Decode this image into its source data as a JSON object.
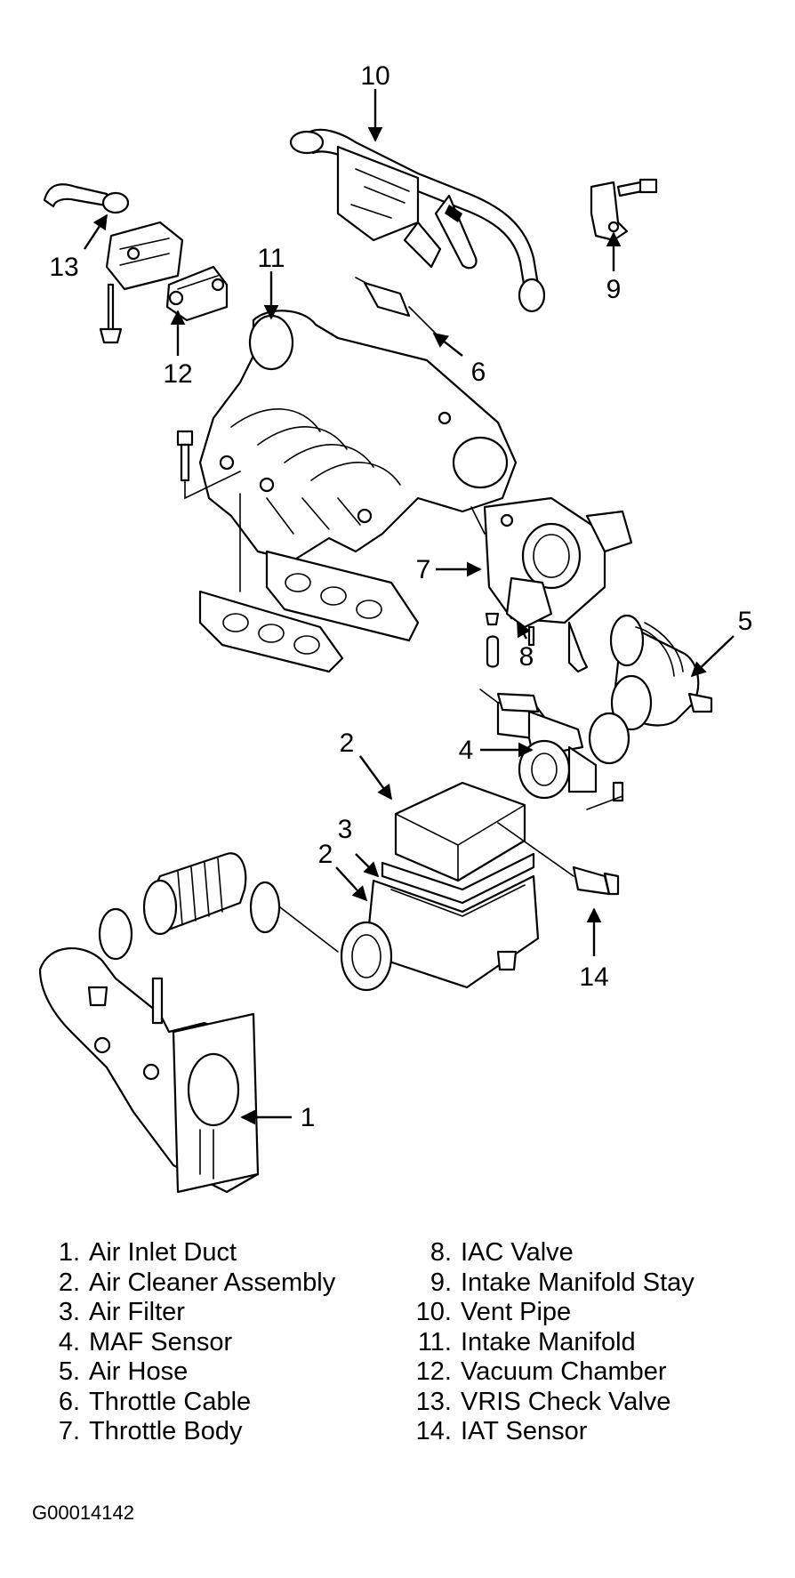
{
  "callouts": [
    {
      "n": "1",
      "label": "Air Inlet Duct"
    },
    {
      "n": "2",
      "label": "Air Cleaner Assembly"
    },
    {
      "n": "3",
      "label": "Air Filter"
    },
    {
      "n": "4",
      "label": "MAF Sensor"
    },
    {
      "n": "5",
      "label": "Air Hose"
    },
    {
      "n": "6",
      "label": "Throttle Cable"
    },
    {
      "n": "7",
      "label": "Throttle Body"
    },
    {
      "n": "8",
      "label": "IAC Valve"
    },
    {
      "n": "9",
      "label": "Intake Manifold Stay"
    },
    {
      "n": "10",
      "label": "Vent Pipe"
    },
    {
      "n": "11",
      "label": "Intake Manifold"
    },
    {
      "n": "12",
      "label": "Vacuum Chamber"
    },
    {
      "n": "13",
      "label": "VRIS Check Valve"
    },
    {
      "n": "14",
      "label": "IAT Sensor"
    }
  ],
  "legend": {
    "left": [
      {
        "num": "1.",
        "label": "Air Inlet Duct"
      },
      {
        "num": "2.",
        "label": "Air Cleaner Assembly"
      },
      {
        "num": "3.",
        "label": "Air Filter"
      },
      {
        "num": "4.",
        "label": "MAF Sensor"
      },
      {
        "num": "5.",
        "label": "Air Hose"
      },
      {
        "num": "6.",
        "label": "Throttle Cable"
      },
      {
        "num": "7.",
        "label": "Throttle Body"
      }
    ],
    "right": [
      {
        "num": "8.",
        "label": "IAC Valve"
      },
      {
        "num": "9.",
        "label": "Intake Manifold Stay"
      },
      {
        "num": "10.",
        "label": "Vent Pipe"
      },
      {
        "num": "11.",
        "label": "Intake Manifold"
      },
      {
        "num": "12.",
        "label": "Vacuum Chamber"
      },
      {
        "num": "13.",
        "label": "VRIS Check Valve"
      },
      {
        "num": "14.",
        "label": "IAT Sensor"
      }
    ]
  },
  "figure_code": "G00014142"
}
